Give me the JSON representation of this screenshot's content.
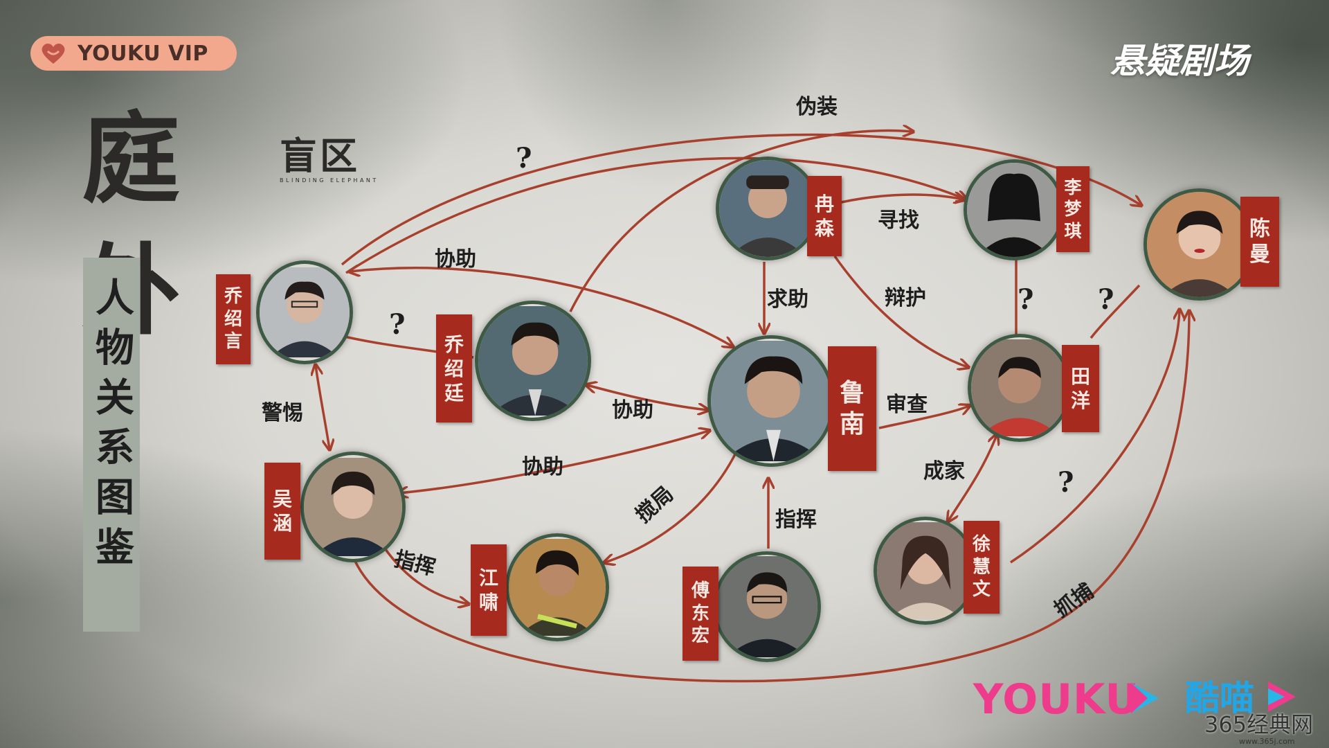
{
  "badge": {
    "label": "YOUKU VIP",
    "icon": "heart-icon"
  },
  "genre_logo": "悬疑剧场",
  "title": {
    "main": "庭外",
    "sub": "盲区",
    "sub_en": "BLINDING ELEPHANT"
  },
  "vertical_heading": "人物关系图鉴",
  "colors": {
    "tag_red": "#a62b1e",
    "edge_red": "#a8402e",
    "portrait_ring": "#3e5a44",
    "youku_pink": "#ef3b8c",
    "kuku_blue": "#21a6e8"
  },
  "characters": [
    {
      "id": "ransen",
      "name": "冉森"
    },
    {
      "id": "limengqi",
      "name": "李梦琪"
    },
    {
      "id": "chenman",
      "name": "陈曼"
    },
    {
      "id": "qiaoshaoyan",
      "name": "乔绍言"
    },
    {
      "id": "qiaoshaoting",
      "name": "乔绍廷"
    },
    {
      "id": "lunan",
      "name": "鲁南"
    },
    {
      "id": "tianyang",
      "name": "田洋"
    },
    {
      "id": "wuhan",
      "name": "吴涵"
    },
    {
      "id": "jiangxiao",
      "name": "江啸"
    },
    {
      "id": "fudonghong",
      "name": "傅东宏"
    },
    {
      "id": "xuhuiwen",
      "name": "徐慧文"
    }
  ],
  "relations": [
    {
      "id": "disguise",
      "label": "伪装"
    },
    {
      "id": "unknown1",
      "label": "?"
    },
    {
      "id": "help_top",
      "label": "协助"
    },
    {
      "id": "search",
      "label": "寻找"
    },
    {
      "id": "seekhelp",
      "label": "求助"
    },
    {
      "id": "defend",
      "label": "辩护"
    },
    {
      "id": "unknown2",
      "label": "?"
    },
    {
      "id": "unknown3",
      "label": "?"
    },
    {
      "id": "unknown4",
      "label": "?"
    },
    {
      "id": "help_mid",
      "label": "协助"
    },
    {
      "id": "interrogate",
      "label": "审查"
    },
    {
      "id": "alert",
      "label": "警惕"
    },
    {
      "id": "help_low",
      "label": "协助"
    },
    {
      "id": "disrupt",
      "label": "搅局"
    },
    {
      "id": "command1",
      "label": "指挥"
    },
    {
      "id": "command2",
      "label": "指挥"
    },
    {
      "id": "family",
      "label": "成家"
    },
    {
      "id": "unknown5",
      "label": "?"
    },
    {
      "id": "arrest",
      "label": "抓捕"
    }
  ],
  "footer": {
    "youku": "YOUKU",
    "kuku": "酷喵",
    "watermark": "365经典网",
    "watermark_url": "www.365j.com"
  }
}
